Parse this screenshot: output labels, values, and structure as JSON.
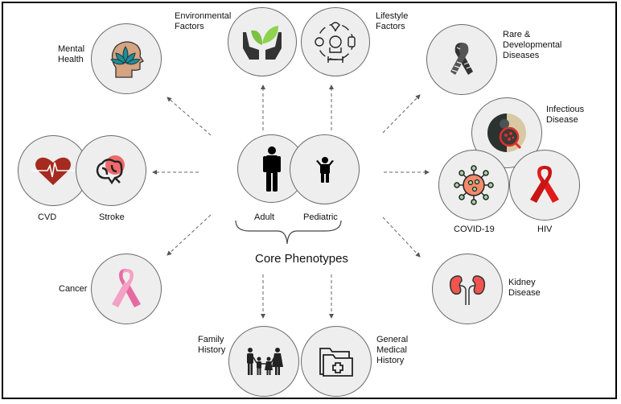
{
  "diagram": {
    "center": {
      "title": "Core Phenotypes",
      "adult": "Adult",
      "pediatric": "Pediatric"
    },
    "nodes": {
      "mental_health": "Mental\nHealth",
      "environmental": "Environmental\nFactors",
      "lifestyle": "Lifestyle\nFactors",
      "rare": "Rare &\nDevelopmental\nDiseases",
      "infectious": "Infectious\nDisease",
      "covid": "COVID-19",
      "hiv": "HIV",
      "cvd": "CVD",
      "stroke": "Stroke",
      "cancer": "Cancer",
      "kidney": "Kidney\nDisease",
      "family": "Family\nHistory",
      "general_medical": "General\nMedical\nHistory"
    },
    "colors": {
      "circle_fill": "#eeeeee",
      "arrow": "#555555",
      "heart": "#a52a1f",
      "stroke_accent": "#ee6a6a",
      "leaf": "#7cc242",
      "lotus": "#1f8c97",
      "face": "#d5a480",
      "covid": "#f48a6a",
      "hiv_ribbon": "#e01b1b",
      "cancer_ribbon": "#f08fb8",
      "kidney": "#f0554e"
    }
  }
}
